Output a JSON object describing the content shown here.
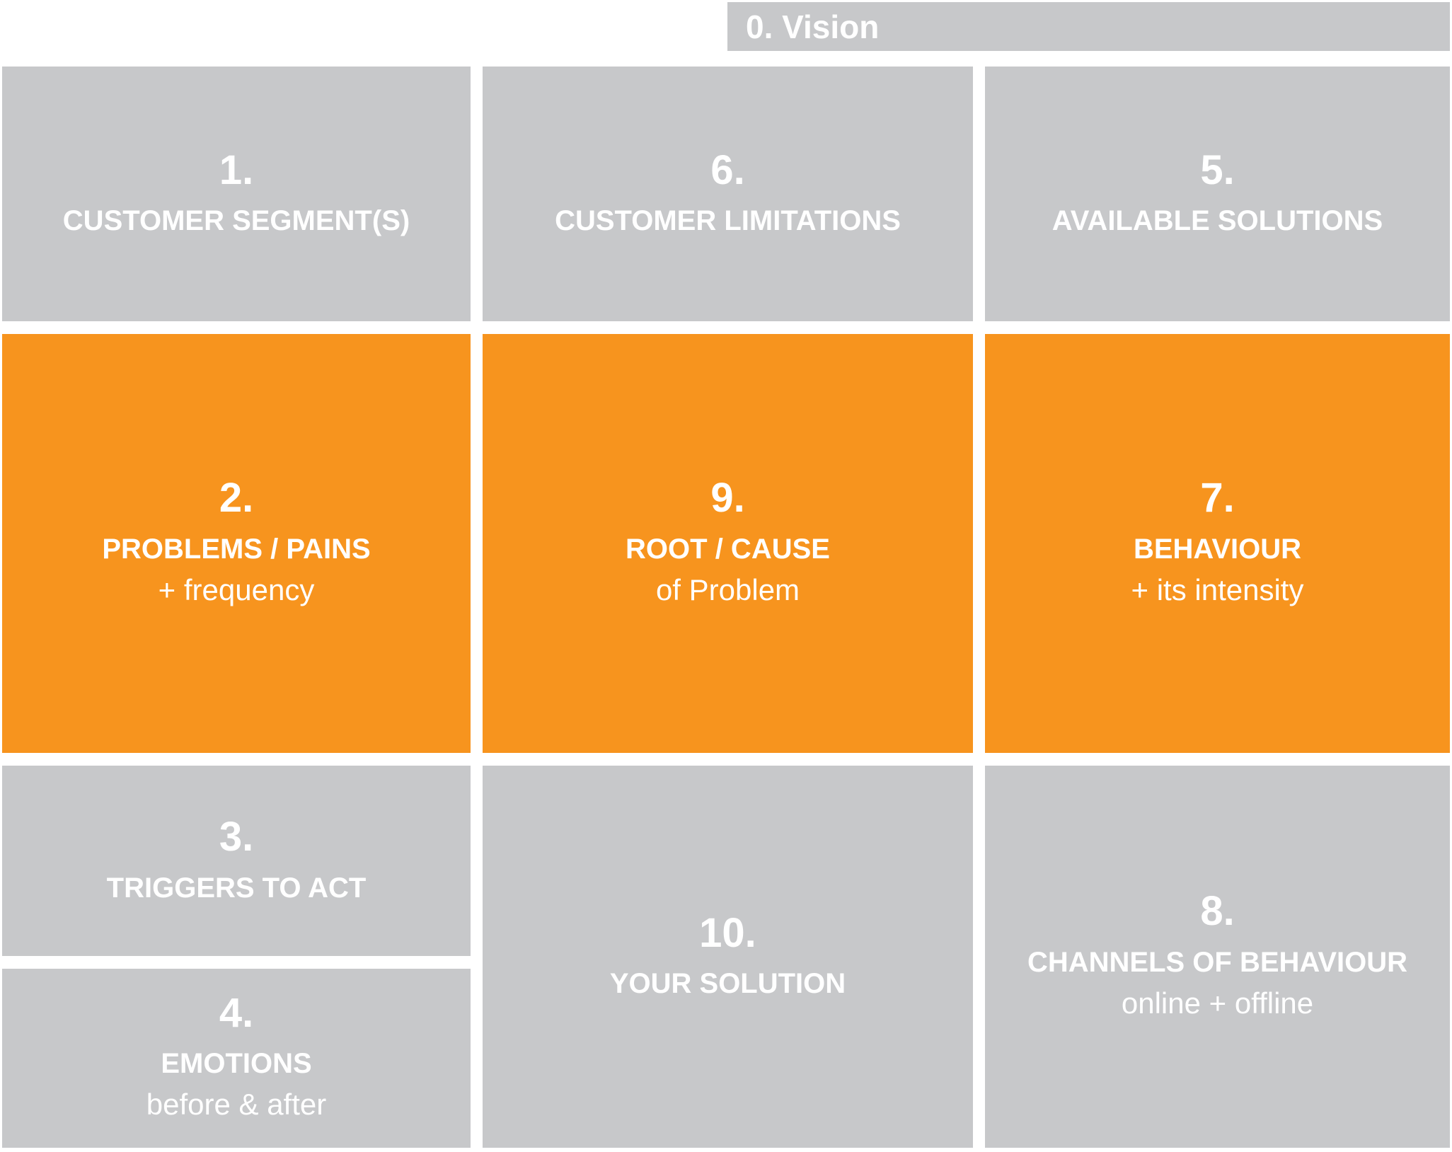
{
  "colors": {
    "box_gray": "#c7c8ca",
    "box_orange": "#f7941e",
    "text": "#ffffff"
  },
  "vision": {
    "label": "0. Vision"
  },
  "cells": {
    "c1": {
      "number": "1.",
      "title": "CUSTOMER SEGMENT(S)",
      "subtitle": ""
    },
    "c6": {
      "number": "6.",
      "title": "CUSTOMER LIMITATIONS",
      "subtitle": ""
    },
    "c5": {
      "number": "5.",
      "title": "AVAILABLE SOLUTIONS",
      "subtitle": ""
    },
    "c2": {
      "number": "2.",
      "title": "PROBLEMS / PAINS",
      "subtitle": "+ frequency"
    },
    "c9": {
      "number": "9.",
      "title": "ROOT / CAUSE",
      "subtitle": "of Problem"
    },
    "c7": {
      "number": "7.",
      "title": "BEHAVIOUR",
      "subtitle": "+ its intensity"
    },
    "c3": {
      "number": "3.",
      "title": "TRIGGERS TO ACT",
      "subtitle": ""
    },
    "c4": {
      "number": "4.",
      "title": "EMOTIONS",
      "subtitle": "before & after"
    },
    "c10": {
      "number": "10.",
      "title": "YOUR SOLUTION",
      "subtitle": ""
    },
    "c8": {
      "number": "8.",
      "title": "CHANNELS OF BEHAVIOUR",
      "subtitle": "online + offline"
    }
  }
}
